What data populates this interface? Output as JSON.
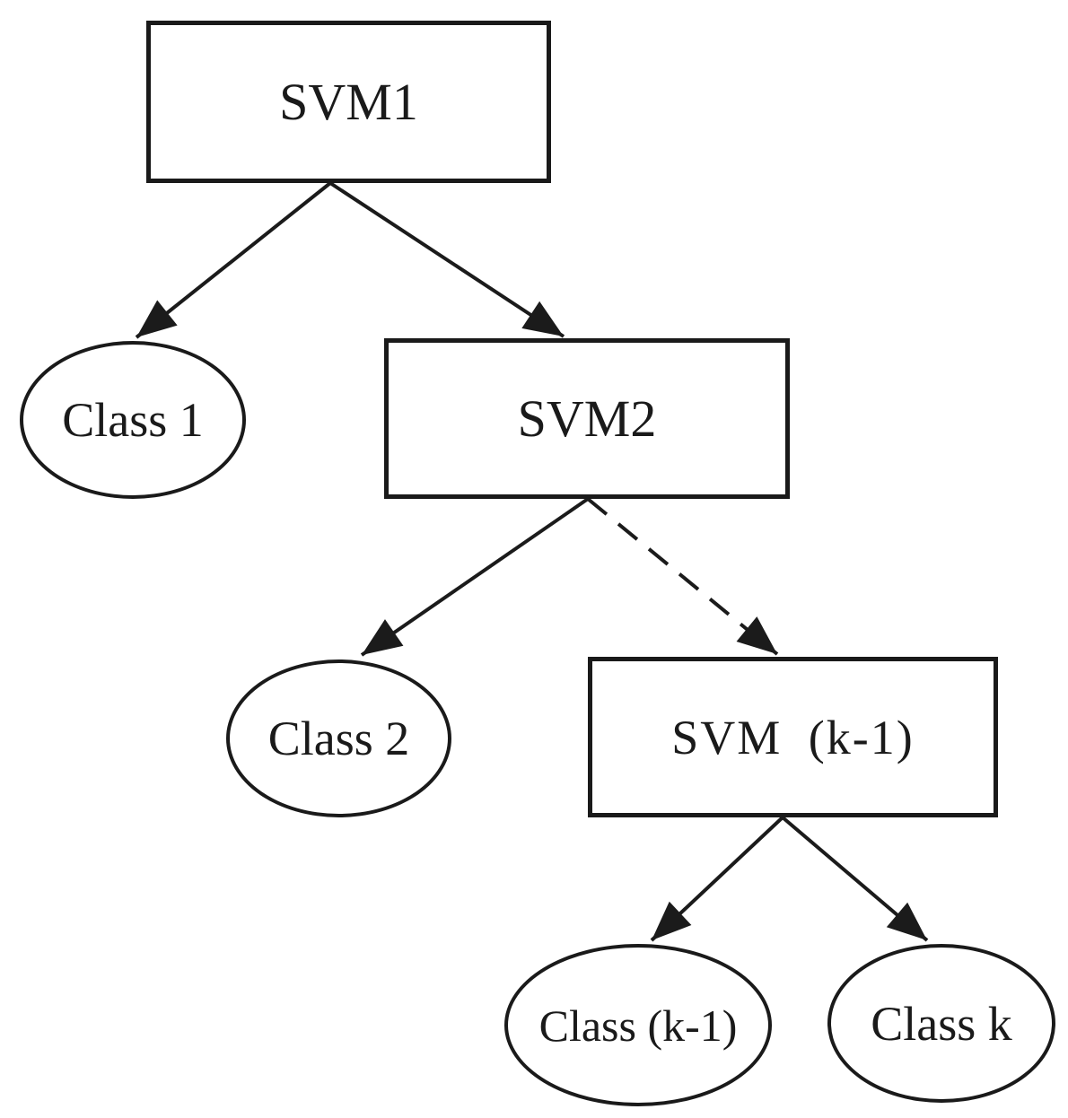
{
  "diagram": {
    "type": "tree",
    "nodes": {
      "svm1": {
        "label": "SVM1",
        "shape": "rectangle"
      },
      "class1": {
        "label": "Class 1",
        "shape": "ellipse"
      },
      "svm2": {
        "label": "SVM2",
        "shape": "rectangle"
      },
      "class2": {
        "label": "Class 2",
        "shape": "ellipse"
      },
      "svm_k1": {
        "label": "SVM (k-1)",
        "shape": "rectangle"
      },
      "class_k1": {
        "label": "Class (k-1)",
        "shape": "ellipse"
      },
      "class_k": {
        "label": "Class k",
        "shape": "ellipse"
      }
    },
    "edges": [
      {
        "from": "svm1",
        "to": "class1",
        "style": "solid-arrow"
      },
      {
        "from": "svm1",
        "to": "svm2",
        "style": "solid-arrow"
      },
      {
        "from": "svm2",
        "to": "class2",
        "style": "solid-arrow"
      },
      {
        "from": "svm2",
        "to": "svm_k1",
        "style": "dashed-arrow"
      },
      {
        "from": "svm_k1",
        "to": "class_k1",
        "style": "solid-arrow"
      },
      {
        "from": "svm_k1",
        "to": "class_k",
        "style": "solid-arrow"
      }
    ],
    "colors": {
      "ink": "#1a1a1a",
      "background": "#ffffff"
    }
  }
}
